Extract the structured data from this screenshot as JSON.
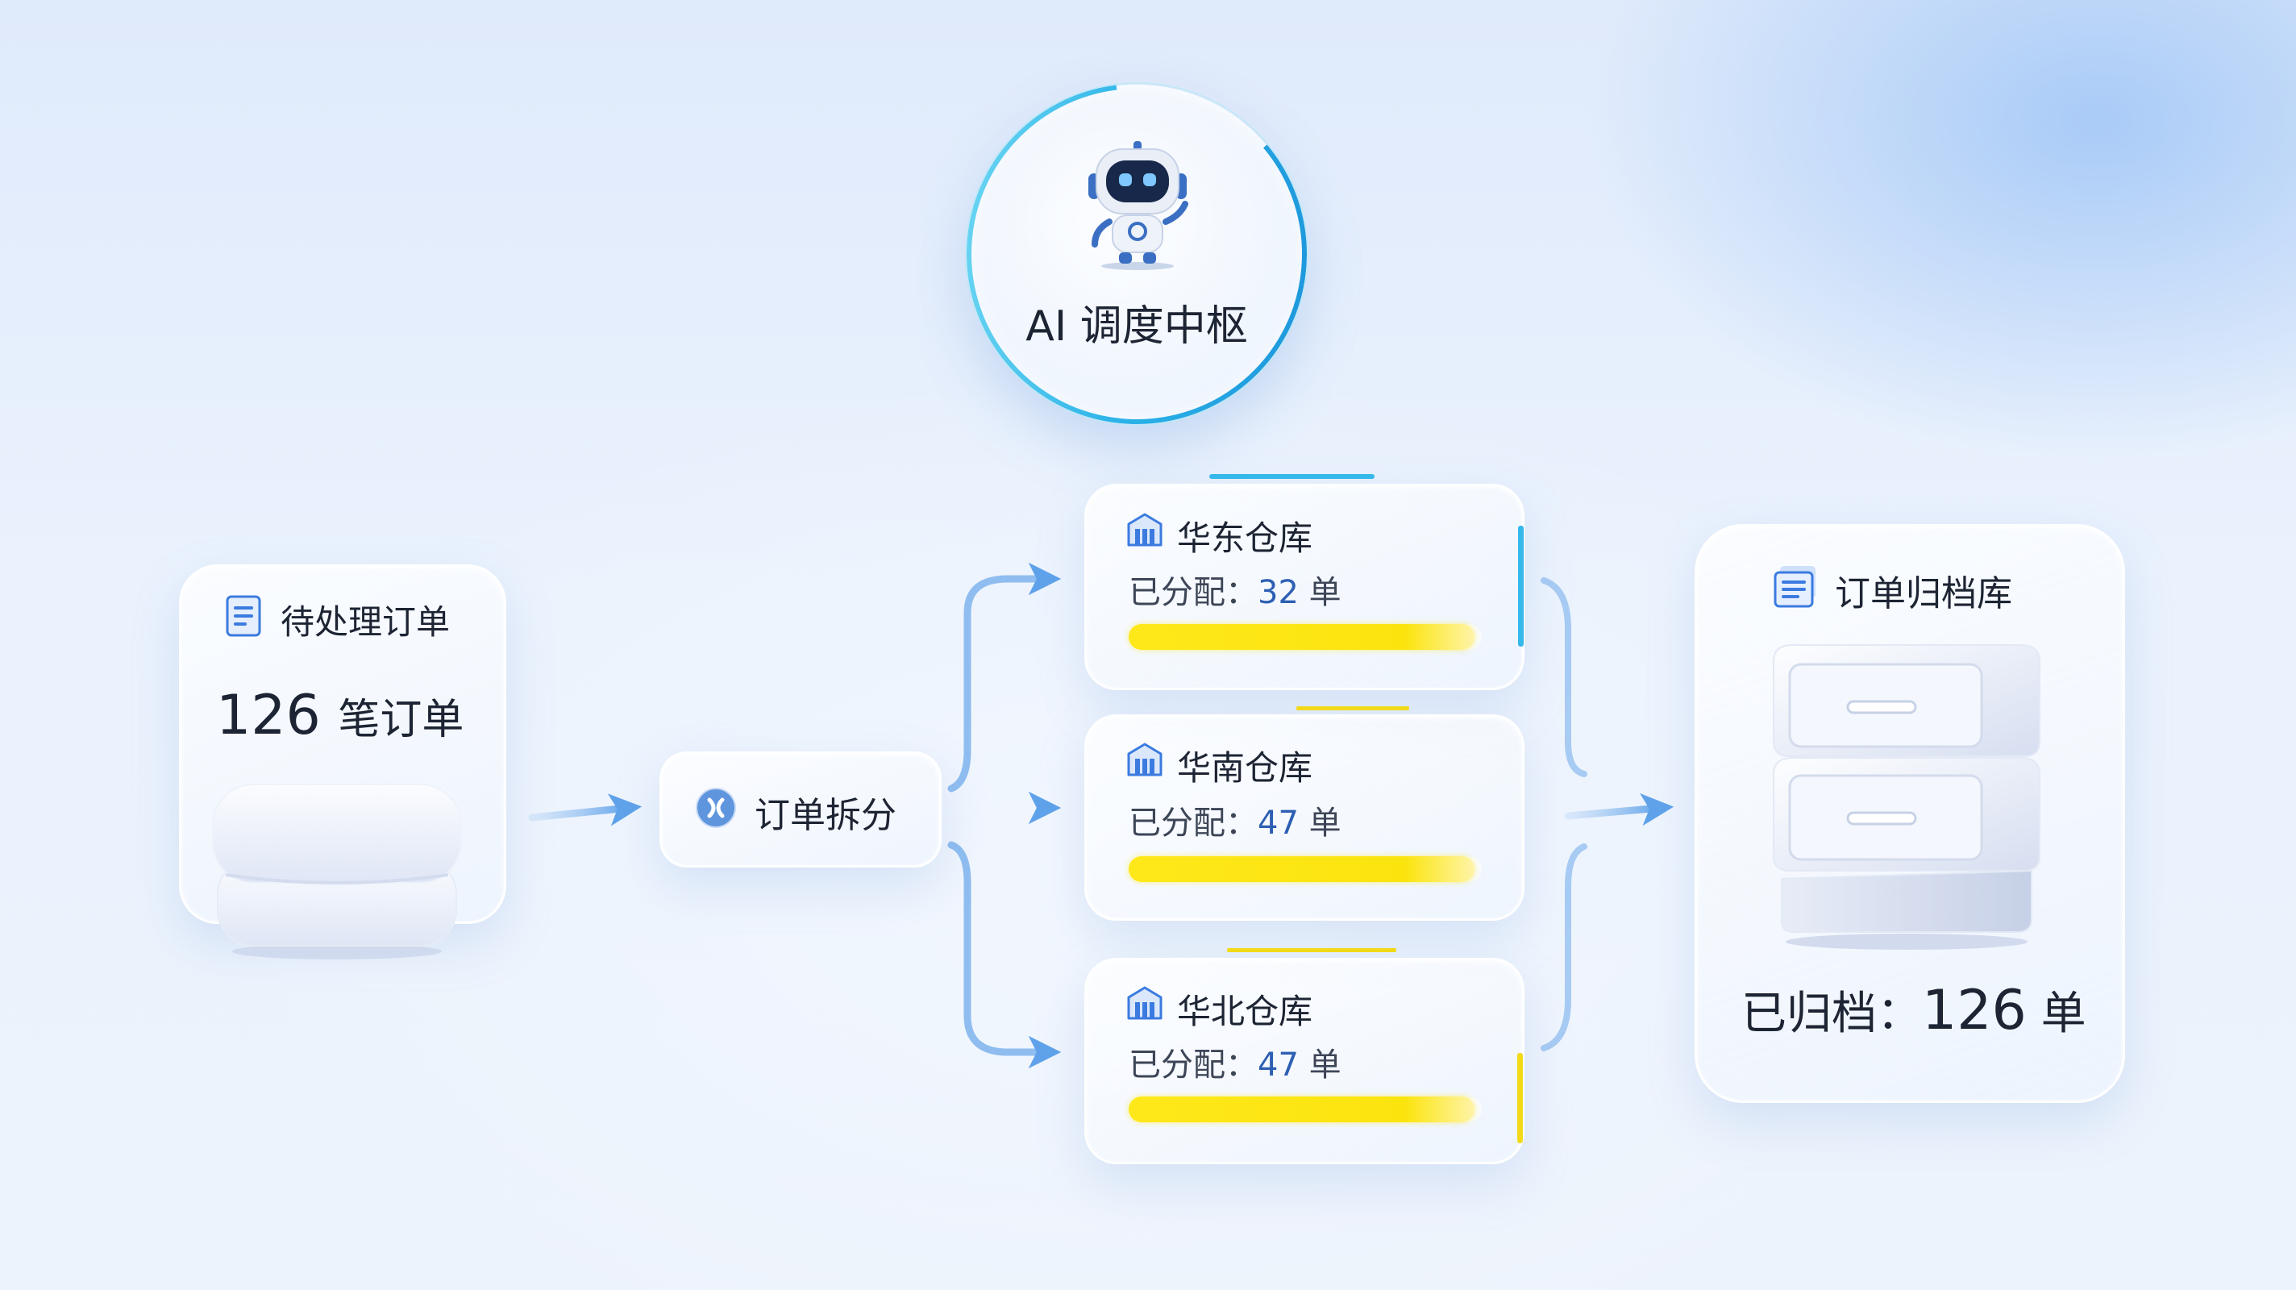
{
  "hub": {
    "label": "AI 调度中枢",
    "icon": "robot-icon"
  },
  "source": {
    "title": "待处理订单",
    "count": "126",
    "unit": "笔订单",
    "icon": "document-icon"
  },
  "split": {
    "label": "订单拆分",
    "icon": "split-icon"
  },
  "warehouses": [
    {
      "name": "华东仓库",
      "alloc_label": "已分配：",
      "alloc_value": "32",
      "alloc_unit": "单",
      "progress": 0.98,
      "icon": "warehouse-icon"
    },
    {
      "name": "华南仓库",
      "alloc_label": "已分配：",
      "alloc_value": "47",
      "alloc_unit": "单",
      "progress": 0.98,
      "icon": "warehouse-icon"
    },
    {
      "name": "华北仓库",
      "alloc_label": "已分配：",
      "alloc_value": "47",
      "alloc_unit": "单",
      "progress": 0.98,
      "icon": "warehouse-icon"
    }
  ],
  "archive": {
    "title": "订单归档库",
    "label": "已归档：",
    "count": "126",
    "unit": "单",
    "icon": "archive-icon"
  },
  "colors": {
    "accent": "#3a8ee6",
    "progress": "#fbe40e",
    "text": "#1d2433",
    "number": "#2d5fb3"
  }
}
